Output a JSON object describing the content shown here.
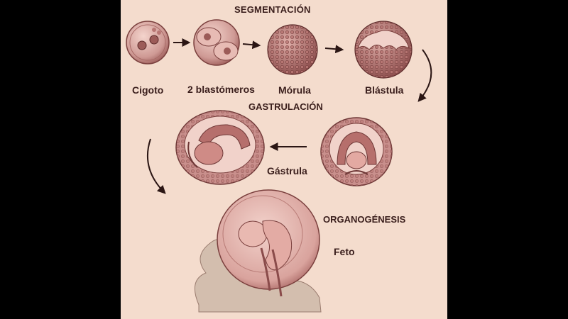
{
  "headings": {
    "segmentation": "SEGMENTACIÓN",
    "gastrulation": "GASTRULACIÓN",
    "organogenesis": "ORGANOGÉNESIS"
  },
  "stages": {
    "zygote": "Cigoto",
    "two_blastomeres": "2 blastómeros",
    "morula": "Mórula",
    "blastula": "Blástula",
    "gastrula": "Gástrula",
    "fetus": "Feto"
  },
  "colors": {
    "frame": "#000000",
    "background": "#f4dccd",
    "text": "#3a1e1c",
    "tissue": "#c98f8c",
    "tissue_dark": "#8a4b4a",
    "tissue_light": "#ecc6bf"
  }
}
